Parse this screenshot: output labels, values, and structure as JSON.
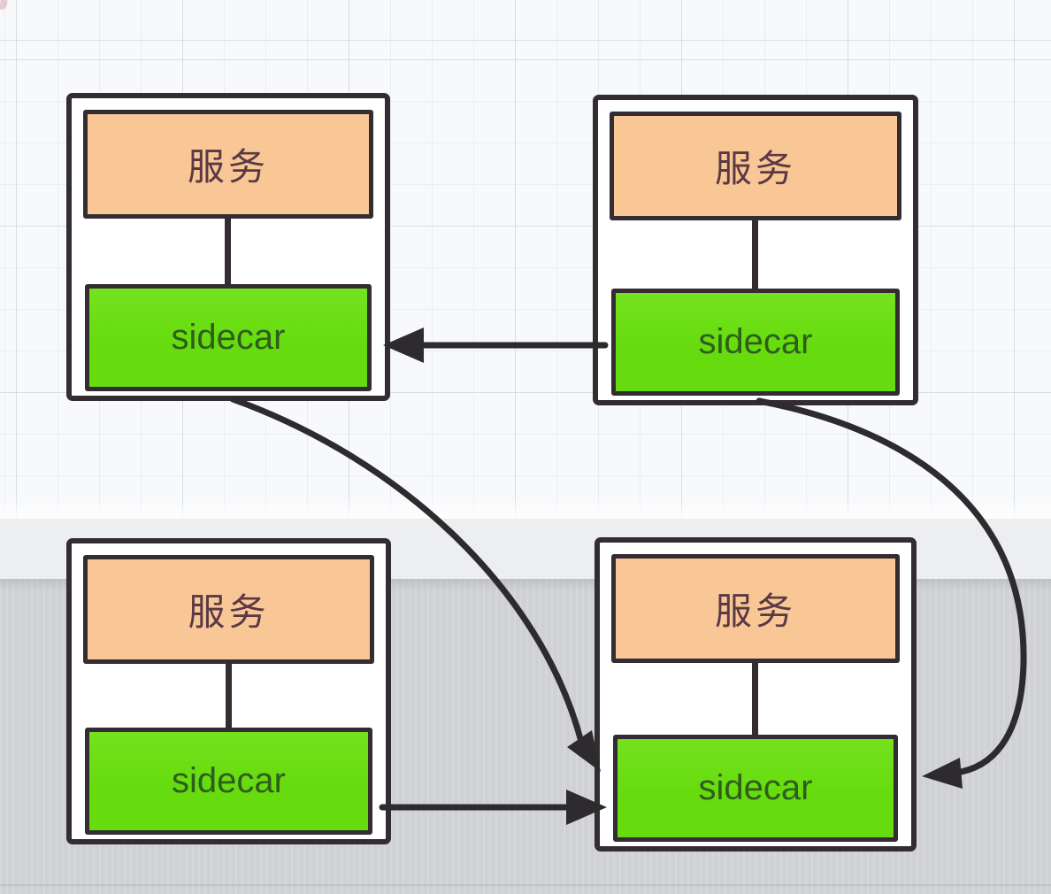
{
  "nodes": [
    {
      "id": "top-left",
      "service_label": "服务",
      "sidecar_label": "sidecar"
    },
    {
      "id": "top-right",
      "service_label": "服务",
      "sidecar_label": "sidecar"
    },
    {
      "id": "bottom-left",
      "service_label": "服务",
      "sidecar_label": "sidecar"
    },
    {
      "id": "bottom-right",
      "service_label": "服务",
      "sidecar_label": "sidecar"
    }
  ],
  "arrows": [
    {
      "from": "top-right.sidecar",
      "to": "top-left.sidecar",
      "style": "straight"
    },
    {
      "from": "top-left.sidecar",
      "to": "bottom-right.sidecar",
      "style": "curved"
    },
    {
      "from": "top-right.sidecar",
      "to": "bottom-right.sidecar",
      "style": "curved-around-right"
    },
    {
      "from": "bottom-left.sidecar",
      "to": "bottom-right.sidecar",
      "style": "straight"
    }
  ],
  "colors": {
    "service_fill": "#F8C795",
    "service_text": "#5A3945",
    "sidecar_fill": "#66DC0E",
    "sidecar_text": "#2F5D1D",
    "box_border": "#332C33",
    "arrow": "#2E2B2E",
    "canvas_bg": "#F8F9FB",
    "grid_line": "#E9EDF3",
    "band_bg": "#EDEEF0",
    "floor_bg": "#D3D4D7"
  }
}
